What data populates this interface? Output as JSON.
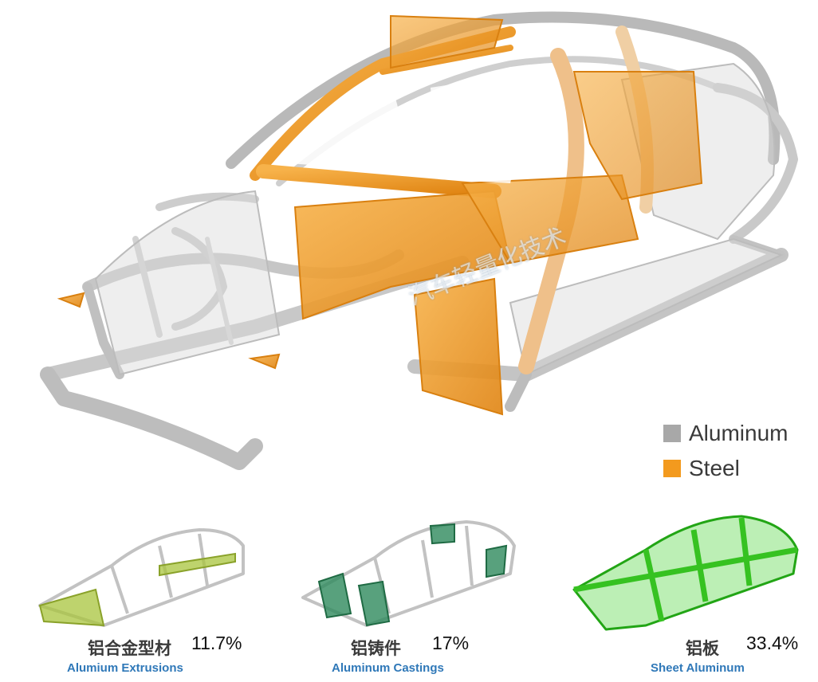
{
  "legend": {
    "items": [
      {
        "label": "Aluminum",
        "color": "#a8a8a8"
      },
      {
        "label": "Steel",
        "color": "#f39a1e"
      }
    ]
  },
  "panels": [
    {
      "cn": "铝合金型材",
      "pct": "11.7%",
      "en": "Alumium Extrusions",
      "highlight": "#a8c43c"
    },
    {
      "cn": "铝铸件",
      "pct": "17%",
      "en": "Aluminum Castings",
      "highlight": "#2e8a5c"
    },
    {
      "cn": "铝板",
      "pct": "33.4%",
      "en": "Sheet Aluminum",
      "highlight": "#3ed12a"
    }
  ],
  "colors": {
    "frame_gray": "#c9c9c9",
    "frame_dark": "#9a9a9a",
    "steel": "#f39a1e",
    "steel_dark": "#d97a0a"
  }
}
